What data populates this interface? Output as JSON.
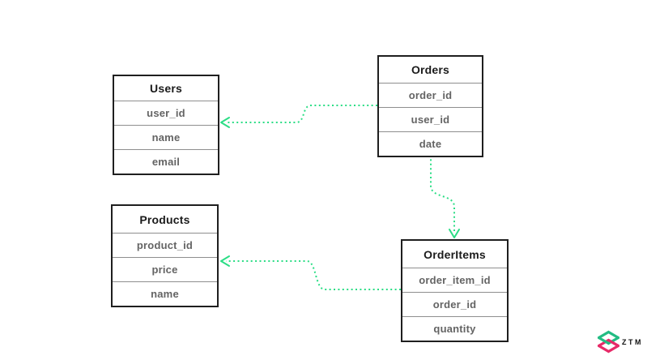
{
  "tables": [
    {
      "title": "Users",
      "fields": [
        "user_id",
        "name",
        "email"
      ]
    },
    {
      "title": "Orders",
      "fields": [
        "order_id",
        "user_id",
        "date"
      ]
    },
    {
      "title": "Products",
      "fields": [
        "product_id",
        "price",
        "name"
      ]
    },
    {
      "title": "OrderItems",
      "fields": [
        "order_item_id",
        "order_id",
        "quantity"
      ]
    }
  ],
  "connections": [
    {
      "from": "Orders.user_id",
      "to": "Users.user_id",
      "style": "dotted-arrow"
    },
    {
      "from": "Orders",
      "to": "OrderItems",
      "style": "dotted-arrow"
    },
    {
      "from": "OrderItems",
      "to": "Products.price",
      "style": "dotted-arrow"
    }
  ],
  "colors": {
    "background": "#ffffff",
    "connector_green": "#2bdd85",
    "table_border": "#1f1f1f",
    "row_divider": "#8f8f8f",
    "header_text": "#1b1b1b",
    "field_text": "#646464",
    "logo_green": "#23bc83",
    "logo_pink": "#e72a68",
    "logo_text": "#111111"
  },
  "logo": {
    "label": "ZTM"
  }
}
